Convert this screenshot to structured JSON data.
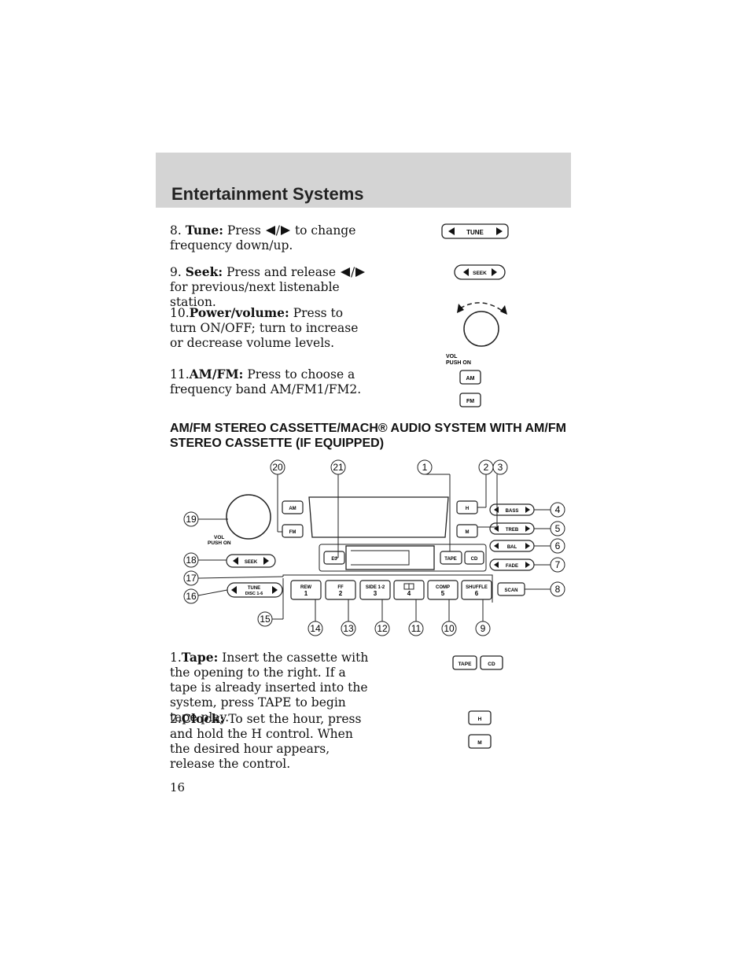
{
  "header": {
    "title": "Entertainment Systems"
  },
  "items_top": [
    {
      "num": "8.",
      "label": "Tune:",
      "pre": "Press",
      "post": "to change frequency down/up."
    },
    {
      "num": "9.",
      "label": "Seek:",
      "pre": "Press and release",
      "post": "for previous/next listenable station."
    },
    {
      "num": "10.",
      "label": "Power/volume:",
      "text": "Press to turn ON/OFF; turn to increase or decrease volume levels."
    },
    {
      "num": "11.",
      "label": "AM/FM:",
      "text": "Press to choose a frequency band AM/FM1/FM2."
    }
  ],
  "slash": "/",
  "section_title_line1": "AM/FM STEREO CASSETTE/MACH® AUDIO SYSTEM WITH AM/FM",
  "section_title_line2": "STEREO CASSETTE (IF EQUIPPED)",
  "items_bottom": [
    {
      "num": "1.",
      "label": "Tape:",
      "text": "Insert the cassette with the opening to the right. If a tape is already inserted into the system, press TAPE to begin tape play."
    },
    {
      "num": "2.",
      "label": "Clock:",
      "text": "To set the hour, press and hold the H control. When the desired hour appears, release the control."
    }
  ],
  "icons": {
    "tune": "TUNE",
    "seek": "SEEK",
    "vol_line1": "VOL",
    "vol_line2": "PUSH ON",
    "am": "AM",
    "fm": "FM",
    "tape": "TAPE",
    "cd": "CD",
    "h": "H",
    "m": "M"
  },
  "diagram": {
    "buttons": {
      "am": "AM",
      "fm": "FM",
      "h": "H",
      "m": "M",
      "bass": "BASS",
      "treb": "TREB",
      "bal": "BAL",
      "fade": "FADE",
      "ej": "EJ",
      "tape": "TAPE",
      "cd": "CD",
      "seek": "SEEK",
      "tune1": "TUNE",
      "tune2": "DISC 1-6",
      "rew": "REW",
      "ff": "FF",
      "side": "SIDE 1-2",
      "comp": "COMP",
      "shuffle": "SHUFFLE",
      "scan": "SCAN",
      "p1": "1",
      "p2": "2",
      "p3": "3",
      "p4": "4",
      "p5": "5",
      "p6": "6",
      "vol1": "VOL",
      "vol2": "PUSH ON"
    },
    "callouts": {
      "c1": "1",
      "c2": "2",
      "c3": "3",
      "c4": "4",
      "c5": "5",
      "c6": "6",
      "c7": "7",
      "c8": "8",
      "c9": "9",
      "c10": "10",
      "c11": "11",
      "c12": "12",
      "c13": "13",
      "c14": "14",
      "c15": "15",
      "c16": "16",
      "c17": "17",
      "c18": "18",
      "c19": "19",
      "c20": "20",
      "c21": "21"
    }
  },
  "page_number": "16"
}
